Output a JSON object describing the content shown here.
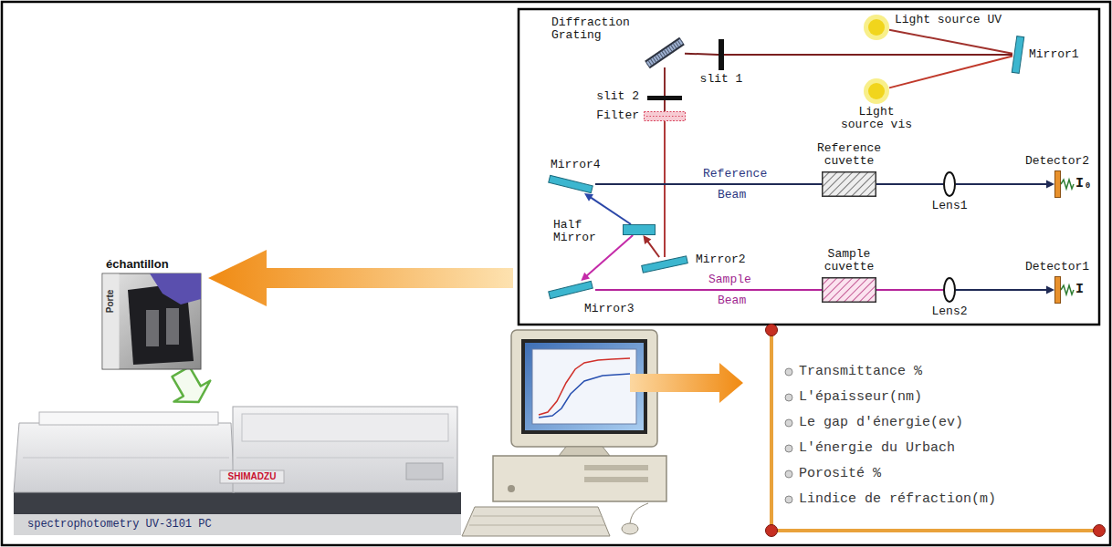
{
  "diagram": {
    "nodes": [
      {
        "text": [
          "Diffraction Grating"
        ]
      },
      {
        "text": [
          "slit 1"
        ]
      },
      {
        "text": [
          "Light source UV"
        ]
      },
      {
        "text": [
          "Mirror1"
        ]
      },
      {
        "text": [
          "Light source vis"
        ]
      },
      {
        "text": [
          "slit 2"
        ]
      },
      {
        "text": [
          "Filter"
        ]
      },
      {
        "text": [
          "Mirror4"
        ]
      },
      {
        "text": [
          "Reference cuvette"
        ]
      },
      {
        "text": [
          "Lens1"
        ]
      },
      {
        "text": [
          "Detector2"
        ]
      },
      {
        "text": [
          "Half Mirror"
        ]
      },
      {
        "text": [
          "Mirror2"
        ]
      },
      {
        "text": [
          "Mirror3"
        ]
      },
      {
        "text": [
          "Sample cuvette"
        ]
      },
      {
        "text": [
          "Lens2"
        ]
      },
      {
        "text": [
          "Detector1"
        ]
      },
      {
        "text": [
          "échantillon",
          "Porte"
        ]
      },
      {
        "text": [
          "SHIMADZU",
          "spectrophotometry UV-3101 PC"
        ]
      }
    ],
    "edges": [
      {
        "from": 2,
        "to": 3,
        "arrow": "none"
      },
      {
        "from": 4,
        "to": 3,
        "arrow": "none"
      },
      {
        "from": 3,
        "to": 1,
        "arrow": "none"
      },
      {
        "from": 1,
        "to": 0,
        "arrow": "none"
      },
      {
        "from": 0,
        "to": 5,
        "arrow": "none"
      },
      {
        "from": 5,
        "to": 6,
        "arrow": "none"
      },
      {
        "from": 6,
        "to": 12,
        "arrow": "none"
      },
      {
        "from": 12,
        "to": 11,
        "arrow": "to"
      },
      {
        "from": 11,
        "to": 7,
        "arrow": "to"
      },
      {
        "from": 11,
        "to": 13,
        "arrow": "to"
      },
      {
        "from": 7,
        "to": 8,
        "arrow": "none"
      },
      {
        "from": 8,
        "to": 9,
        "arrow": "none"
      },
      {
        "from": 9,
        "to": 10,
        "arrow": "to"
      },
      {
        "from": 13,
        "to": 14,
        "arrow": "none"
      },
      {
        "from": 14,
        "to": 15,
        "arrow": "none"
      },
      {
        "from": 15,
        "to": 16,
        "arrow": "to"
      },
      {
        "from": 17,
        "to": 18,
        "arrow": "to"
      }
    ],
    "labels": [
      "Reference",
      "Beam",
      "Sample",
      "Beam",
      "I₀",
      "I",
      "Transmittance %",
      "L'épaisseur(nm)",
      "Le gap d'énergie(ev)",
      "L'énergie du Urbach",
      "Porosité %",
      "Lindice de réfraction(m)"
    ]
  }
}
